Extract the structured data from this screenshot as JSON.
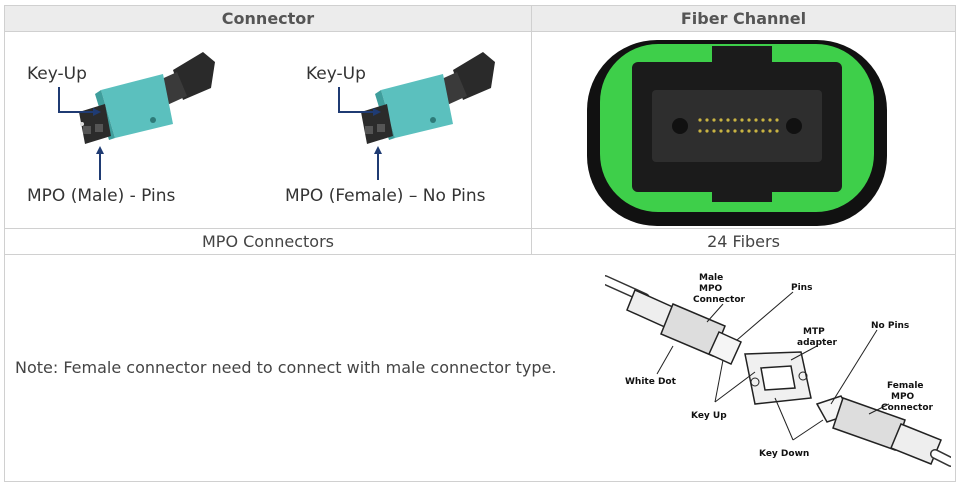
{
  "headers": {
    "connector": "Connector",
    "fiber_channel": "Fiber Channel"
  },
  "connector_image": {
    "male_keyup": "Key-Up",
    "male_label": "MPO (Male) - Pins",
    "female_keyup": "Key-Up",
    "female_label": "MPO (Female) – No Pins"
  },
  "captions": {
    "connectors": "MPO Connectors",
    "fibers": "24 Fibers"
  },
  "note": "Note: Female connector need to connect with male connector type.",
  "diagram_labels": {
    "male_mpo": [
      "Male",
      "MPO",
      "Connector"
    ],
    "pins": "Pins",
    "mtp_adapter": [
      "MTP",
      "adapter"
    ],
    "no_pins": "No Pins",
    "white_dot": "White Dot",
    "female_mpo": [
      "Female",
      "MPO",
      "Connector"
    ],
    "key_up": "Key Up",
    "key_down": "Key Down"
  },
  "colors": {
    "aqua_body": "#5bc0be",
    "green_ring": "#3ecf4a",
    "header_bg": "#ececec"
  }
}
